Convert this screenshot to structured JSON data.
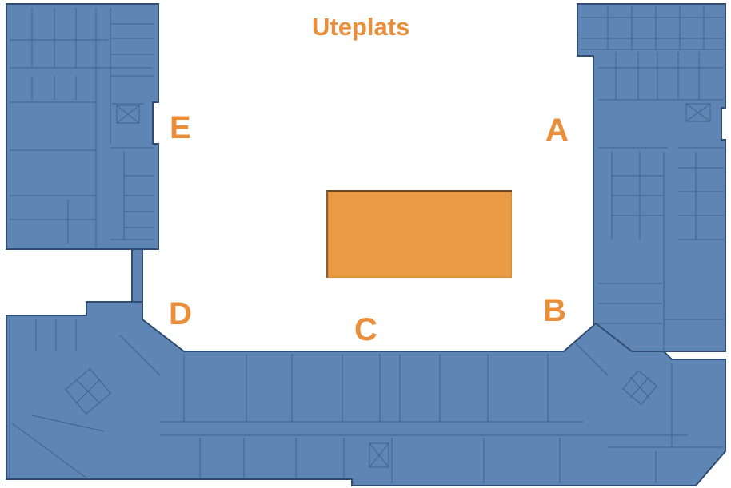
{
  "map": {
    "title": "Uteplats",
    "wings": {
      "A": "A",
      "B": "B",
      "C": "C",
      "D": "D",
      "E": "E"
    },
    "colors": {
      "building": "#5e85b3",
      "wall": "#2f4d72",
      "label": "#ea8e3a",
      "courtyard_marker": "#ea9a44",
      "background": "#ffffff"
    }
  }
}
